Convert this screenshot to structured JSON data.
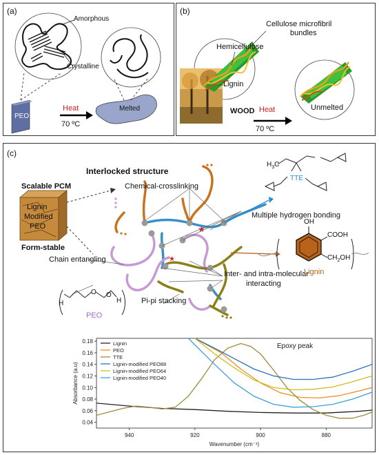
{
  "panel_a": {
    "letter": "(a)",
    "amorphous": "Amorphous",
    "crystalline": "Crystalline",
    "peo": "PEO",
    "heat": "Heat",
    "temp": "70 ºC",
    "melted": "Melted"
  },
  "panel_b": {
    "letter": "(b)",
    "cellulose": "Cellulose microfibril",
    "bundles": "bundles",
    "hemicellulose": "Hemicellulose",
    "lignin": "Lignin",
    "wood": "WOOD",
    "heat": "Heat",
    "temp": "70 ºC",
    "unmelted": "Unmelted"
  },
  "panel_c": {
    "letter": "(c)",
    "interlocked": "Interlocked structure",
    "scalable": "Scalable PCM",
    "form_stable": "Form-stable",
    "block_line1": "Lignin",
    "block_line2": "Modified",
    "block_line3": "PEO",
    "chem_crosslink": "Chemical-crosslinking",
    "hbond": "Multiple hydrogen bonding",
    "chain_ent": "Chain entangling",
    "pipi": "Pi-pi stacking",
    "inter1": "Inter- and intra-molecular",
    "inter2": "interacting",
    "tte": "TTE",
    "tte_h3c": "H",
    "tte_h3c_sub": "3",
    "tte_c": "C",
    "peo_label": "PEO",
    "peo_h1": "H",
    "peo_h2": "H",
    "peo_o1": "O",
    "peo_o2": "O",
    "lignin_label": "Lignin",
    "oh": "OH",
    "cooh": "COOH",
    "ch2oh": "CH",
    "ch2oh_sub": "2",
    "ch2oh_end": "OH",
    "colors": {
      "orange": "#c8731e",
      "blue": "#3a8ec9",
      "purple": "#c79ad6",
      "olive": "#8a8018",
      "gray": "#9a9a9a",
      "tte_blue": "#1f8fd0",
      "lignin_brown": "#b8621a",
      "peo_purple": "#a66bc7"
    }
  },
  "chart_data": {
    "type": "line",
    "title": "Epoxy peak",
    "xlabel": "Wavenumber (cm⁻¹)",
    "ylabel": "Absorbance (a.u)",
    "xlim": [
      950,
      866
    ],
    "ylim": [
      0.03,
      0.185
    ],
    "x_ticks": [
      940,
      920,
      900,
      880
    ],
    "y_ticks": [
      0.04,
      0.06,
      0.08,
      0.1,
      0.12,
      0.14,
      0.16,
      0.18
    ],
    "y_tick_labels": [
      "0.04",
      "0.06",
      "0.08",
      "0.10",
      "0.12",
      "0.14",
      "0.16",
      "0.18"
    ],
    "legend_position": "top-left",
    "series": [
      {
        "name": "Lignin",
        "color": "#222222",
        "x": [
          950,
          940,
          930,
          920,
          910,
          900,
          890,
          880,
          870,
          866
        ],
        "y": [
          0.073,
          0.068,
          0.064,
          0.062,
          0.059,
          0.057,
          0.056,
          0.056,
          0.059,
          0.061
        ]
      },
      {
        "name": "PEO",
        "color": "#f08a24",
        "x": [
          920,
          912,
          906,
          900,
          894,
          888,
          882,
          876,
          870,
          866
        ],
        "y": [
          0.185,
          0.16,
          0.132,
          0.108,
          0.091,
          0.083,
          0.082,
          0.086,
          0.094,
          0.1
        ]
      },
      {
        "name": "TTE",
        "color": "#a08a3a",
        "x": [
          950,
          946,
          942,
          938,
          934,
          930,
          926,
          922,
          918,
          914,
          910,
          906,
          903,
          900,
          896,
          892,
          888,
          884,
          880,
          876,
          872,
          868,
          866
        ],
        "y": [
          0.052,
          0.058,
          0.064,
          0.068,
          0.066,
          0.063,
          0.066,
          0.085,
          0.115,
          0.148,
          0.168,
          0.176,
          0.171,
          0.158,
          0.13,
          0.1,
          0.078,
          0.062,
          0.052,
          0.047,
          0.047,
          0.053,
          0.058
        ]
      },
      {
        "name": "Lignin-modified PEO88",
        "color": "#2d6fb8",
        "x": [
          920,
          914,
          908,
          902,
          896,
          890,
          884,
          878,
          872,
          866
        ],
        "y": [
          0.185,
          0.168,
          0.15,
          0.132,
          0.12,
          0.114,
          0.114,
          0.118,
          0.128,
          0.14
        ]
      },
      {
        "name": "Lignin-modified PEO64",
        "color": "#c9bf1e",
        "x": [
          920,
          914,
          908,
          902,
          896,
          890,
          884,
          878,
          872,
          866
        ],
        "y": [
          0.185,
          0.158,
          0.134,
          0.113,
          0.1,
          0.096,
          0.097,
          0.101,
          0.11,
          0.12
        ]
      },
      {
        "name": "Lignin-modified PEO40",
        "color": "#3aa0d8",
        "x": [
          922,
          914,
          908,
          902,
          896,
          890,
          884,
          878,
          872,
          866
        ],
        "y": [
          0.185,
          0.14,
          0.108,
          0.085,
          0.071,
          0.066,
          0.067,
          0.071,
          0.08,
          0.092
        ]
      }
    ]
  }
}
